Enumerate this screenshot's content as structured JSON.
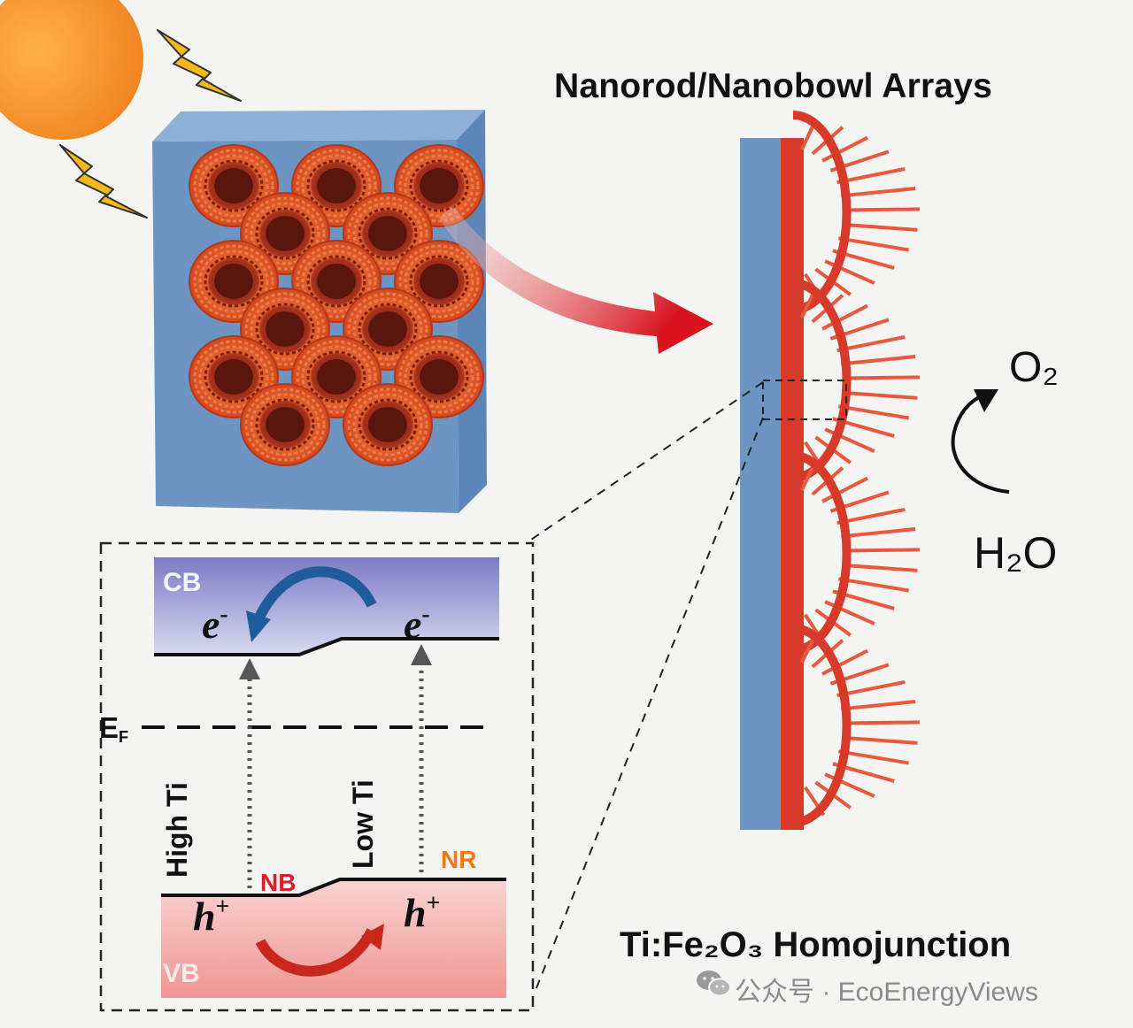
{
  "labels": {
    "top_title": "Nanorod/Nanobowl Arrays",
    "bottom_title": "Ti:Fe₂O₃ Homojunction",
    "o2": "O₂",
    "h2o": "H₂O",
    "cb": "CB",
    "vb": "VB",
    "ef_main": "E",
    "ef_sub": "F",
    "electron": "e",
    "electron_sup": "-",
    "hole": "h",
    "hole_sup": "+",
    "high_ti": "High Ti",
    "low_ti": "Low Ti",
    "nb": "NB",
    "nr": "NR",
    "watermark": "公众号 · EcoEnergyViews"
  },
  "icons": [
    "sun-icon",
    "lightning-icon",
    "arrow-icon",
    "rotation-arrow-icon",
    "wechat-icon"
  ],
  "colors": {
    "substrate": "#6d95c4",
    "hematite": "#d73a28",
    "cb_band": "#9e9fd8",
    "vb_band": "#f2a3a0",
    "nb_text": "#e01c2a",
    "nr_text": "#f07a10",
    "sun": "#f28a1e"
  }
}
